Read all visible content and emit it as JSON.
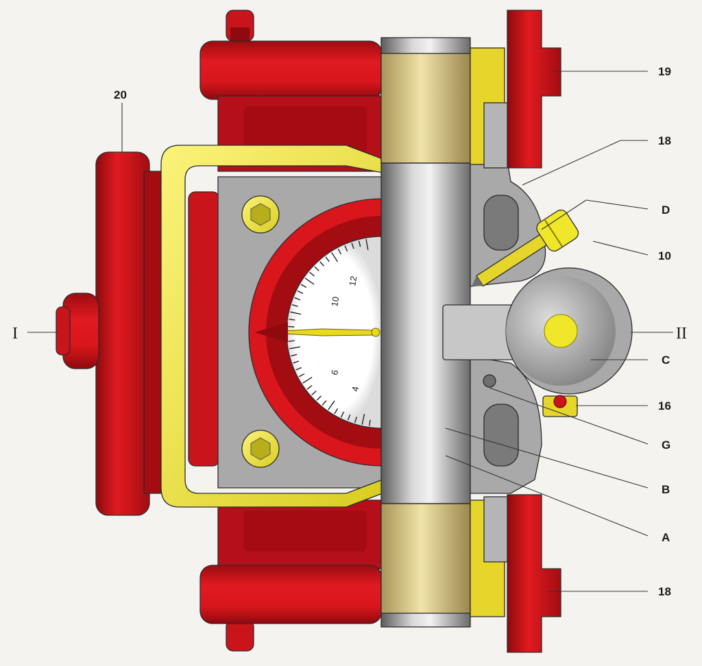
{
  "diagram": {
    "palette": {
      "body_red": "#d8161c",
      "shadow_red": "#9c0c10",
      "yellow": "#f0e63a",
      "tan": "#e4d38e",
      "gray": "#a9a9a9",
      "dark_gray": "#6e6e6e",
      "background": "#f4f3ef"
    },
    "callouts": {
      "c20": "20",
      "c19": "19",
      "c18_top": "18",
      "cD": "D",
      "c10": "10",
      "cC": "C",
      "c16": "16",
      "cG": "G",
      "cB": "B",
      "cA": "A",
      "c18_bottom": "18"
    },
    "section_marks": {
      "left": "I",
      "right": "II"
    },
    "dial": {
      "numbers": [
        "12",
        "10",
        "6",
        "4"
      ]
    }
  }
}
